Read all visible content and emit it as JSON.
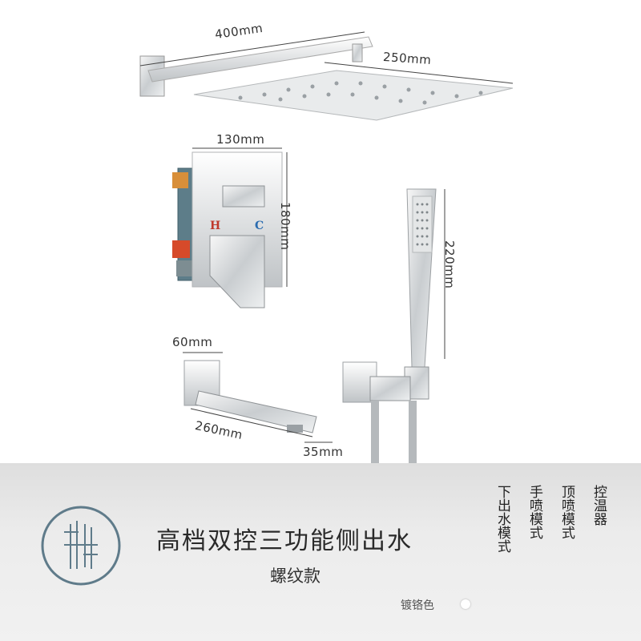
{
  "dimensions": {
    "arm_length": "400mm",
    "head_size": "250mm",
    "valve_width": "130mm",
    "valve_height": "180mm",
    "handshower_length": "220mm",
    "spout_height": "60mm",
    "spout_length": "260mm",
    "spout_outlet": "35mm"
  },
  "product": {
    "title": "高档双控三功能侧出水",
    "subtitle": "螺纹款"
  },
  "functions": [
    "控温器",
    "顶喷模式",
    "手喷模式",
    "下出水模式"
  ],
  "finish": {
    "label": "镀铬色",
    "swatch_color": "#ffffff"
  },
  "valve_labels": {
    "hot": "H",
    "cold": "C"
  },
  "colors": {
    "band": "#e6e6e6",
    "logo": "#5f7b8a",
    "chrome": "#d9dde0",
    "valve_body": "#4a6e7c"
  }
}
